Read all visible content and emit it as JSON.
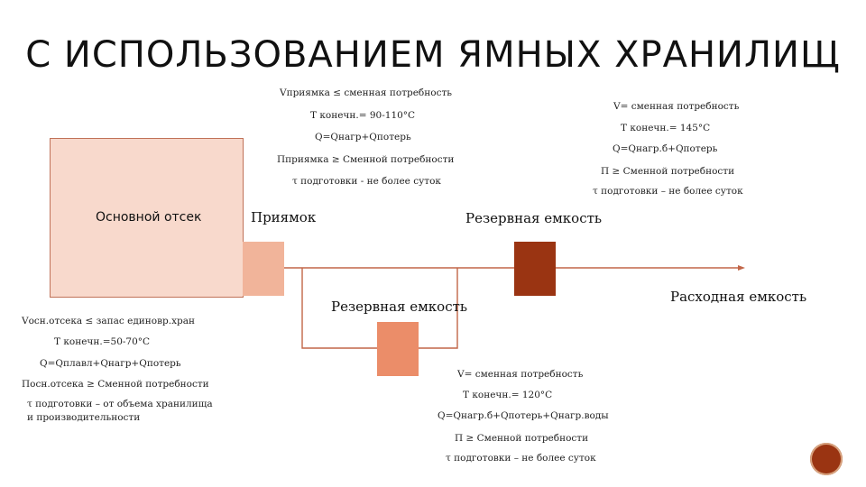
{
  "title": "С ИСПОЛЬЗОВАНИЕМ ЯМНЫХ ХРАНИЛИЩ",
  "colors": {
    "main_box": "#f8d9cc",
    "main_border": "#c07258",
    "pit_box": "#f1b49a",
    "reserve_dark": "#9a3412",
    "reserve_light": "#eb8d69",
    "line": "#c26648"
  },
  "main_compartment": {
    "label": "Основной отсек",
    "lines": [
      "Vосн.отсека ≤ запас единовр.хран",
      "Т конечн.=50-70°С",
      "Q=Qплавл+Qнагр+Qпотерь",
      "Посн.отсека ≥ Сменной потребности",
      "τ подготовки – от объема хранилища",
      "и производительности"
    ]
  },
  "pit": {
    "label": "Приямок",
    "lines": [
      "Vприямка ≤ сменная потребность",
      "Т конечн.= 90-110°С",
      "Q=Qнагр+Qпотерь",
      "Пприямка ≥ Сменной потребности",
      "τ подготовки - не более суток"
    ]
  },
  "reserve_upper": {
    "label": "Резервная емкость",
    "lines": [
      "V= сменная потребность",
      "Т конечн.= 145°С",
      "Q=Qнагр.б+Qпотерь",
      "П ≥ Сменной потребности",
      "τ подготовки – не более суток"
    ]
  },
  "reserve_lower": {
    "label": "Резервная емкость",
    "lines": [
      "V= сменная потребность",
      "Т конечн.= 120°С",
      "Q=Qнагр.б+Qпотерь+Qнагр.воды",
      "П ≥ Сменной потребности",
      "τ подготовки – не более суток"
    ]
  },
  "consumption": {
    "label": "Расходная емкость"
  }
}
